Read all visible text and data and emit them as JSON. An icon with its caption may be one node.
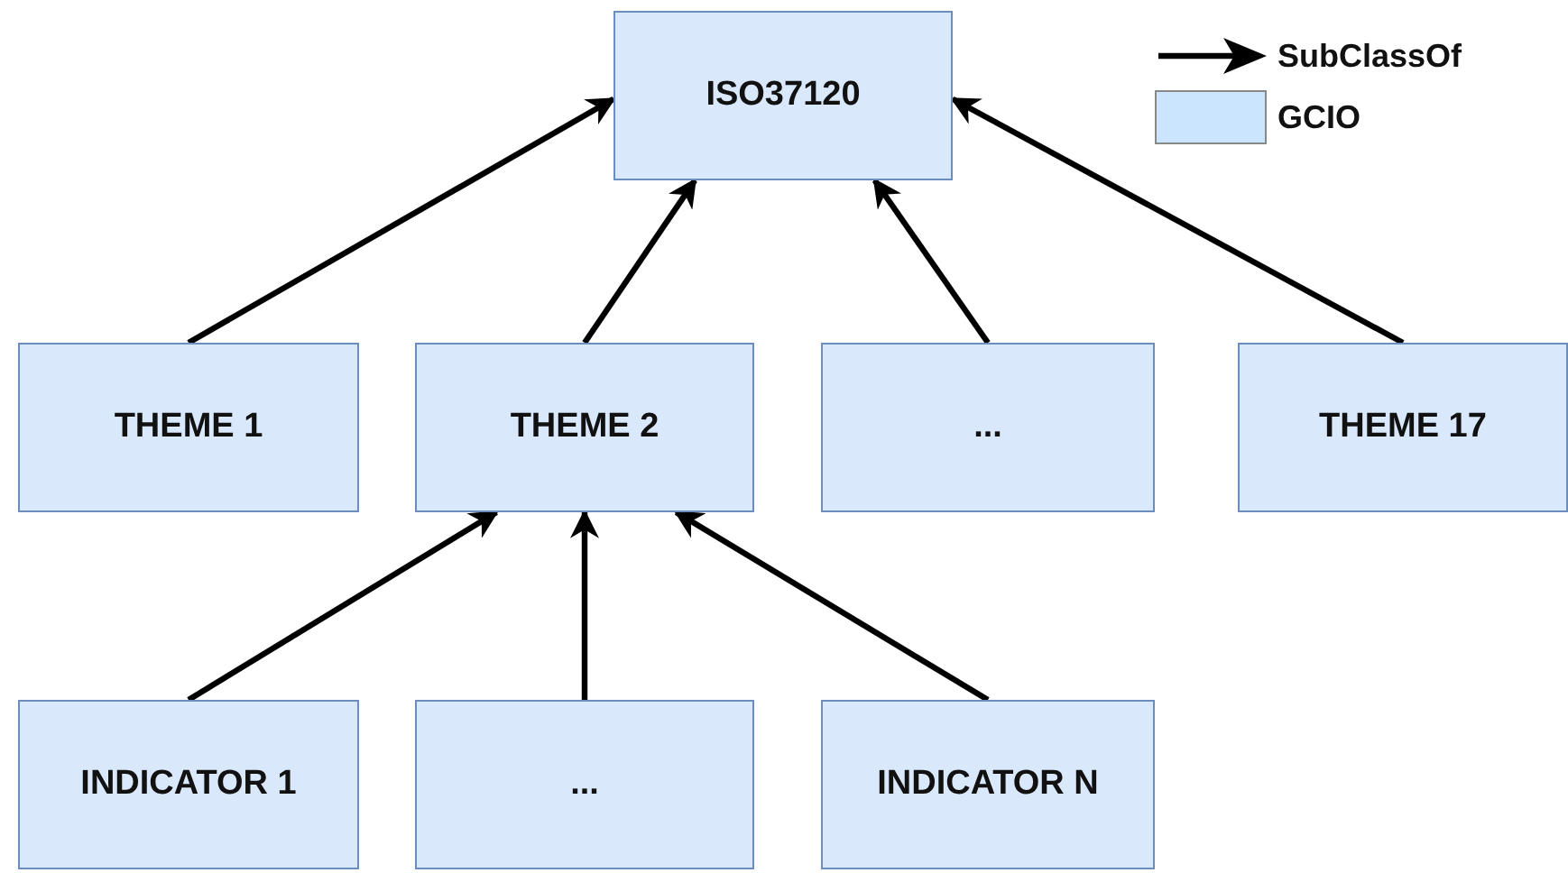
{
  "diagram": {
    "nodes": [
      {
        "text": [
          "ISO37120"
        ]
      },
      {
        "text": [
          "THEME 1"
        ]
      },
      {
        "text": [
          "THEME 2"
        ]
      },
      {
        "text": [
          "..."
        ]
      },
      {
        "text": [
          "THEME 17"
        ]
      },
      {
        "text": [
          "INDICATOR 1"
        ]
      },
      {
        "text": [
          "..."
        ]
      },
      {
        "text": [
          "INDICATOR N"
        ]
      }
    ],
    "edges": [
      {
        "from": 1,
        "to": 0,
        "arrow": "to"
      },
      {
        "from": 2,
        "to": 0,
        "arrow": "to"
      },
      {
        "from": 3,
        "to": 0,
        "arrow": "to"
      },
      {
        "from": 4,
        "to": 0,
        "arrow": "to"
      },
      {
        "from": 5,
        "to": 2,
        "arrow": "to"
      },
      {
        "from": 6,
        "to": 2,
        "arrow": "to"
      },
      {
        "from": 7,
        "to": 2,
        "arrow": "to"
      }
    ],
    "legend": [
      {
        "text": "SubClassOf"
      },
      {
        "text": "GCIO",
        "color": "#cce5ff"
      }
    ]
  }
}
